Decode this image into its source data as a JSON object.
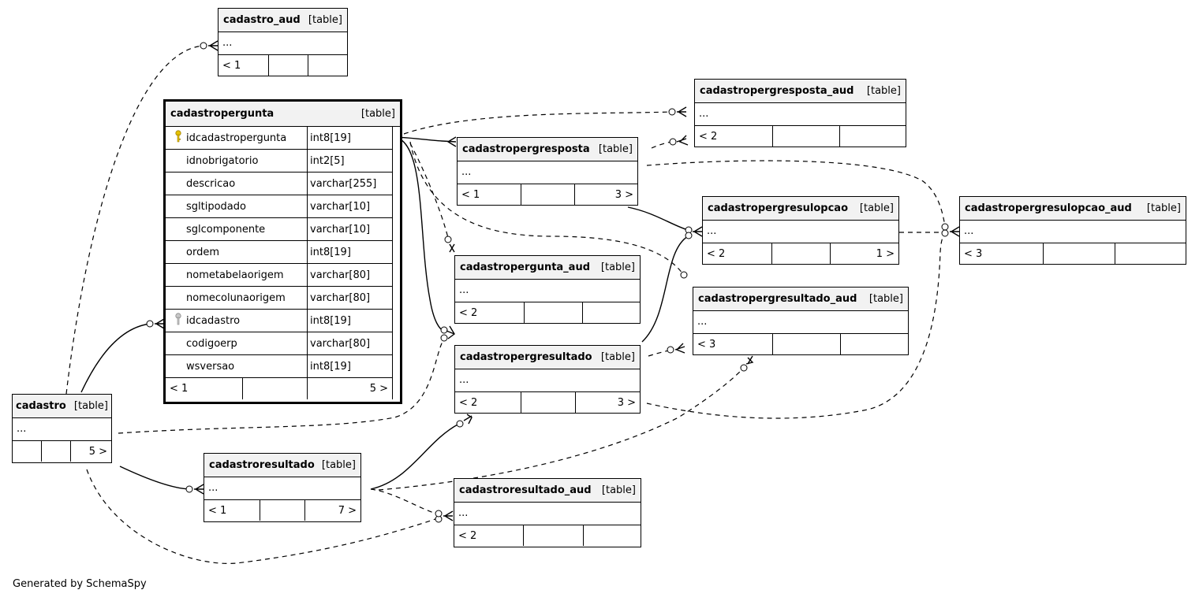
{
  "footer": "Generated by SchemaSpy",
  "type_label": "[table]",
  "tables": {
    "cadastro_aud": {
      "name": "cadastro_aud",
      "ellipsis": "...",
      "parents": "< 1",
      "children": ""
    },
    "cadastropergunta": {
      "name": "cadastropergunta",
      "columns": [
        {
          "name": "idcadastropergunta",
          "type": "int8[19]",
          "key": "primary"
        },
        {
          "name": "idnobrigatorio",
          "type": "int2[5]",
          "key": ""
        },
        {
          "name": "descricao",
          "type": "varchar[255]",
          "key": ""
        },
        {
          "name": "sgltipodado",
          "type": "varchar[10]",
          "key": ""
        },
        {
          "name": "sglcomponente",
          "type": "varchar[10]",
          "key": ""
        },
        {
          "name": "ordem",
          "type": "int8[19]",
          "key": ""
        },
        {
          "name": "nometabelaorigem",
          "type": "varchar[80]",
          "key": ""
        },
        {
          "name": "nomecolunaorigem",
          "type": "varchar[80]",
          "key": ""
        },
        {
          "name": "idcadastro",
          "type": "int8[19]",
          "key": "foreign"
        },
        {
          "name": "codigoerp",
          "type": "varchar[80]",
          "key": ""
        },
        {
          "name": "wsversao",
          "type": "int8[19]",
          "key": ""
        }
      ],
      "parents": "< 1",
      "children": "5 >"
    },
    "cadastropergresposta_aud": {
      "name": "cadastropergresposta_aud",
      "ellipsis": "...",
      "parents": "< 2",
      "children": ""
    },
    "cadastropergresposta": {
      "name": "cadastropergresposta",
      "ellipsis": "...",
      "parents": "< 1",
      "children": "3 >"
    },
    "cadastropergresulopcao": {
      "name": "cadastropergresulopcao",
      "ellipsis": "...",
      "parents": "< 2",
      "children": "1 >"
    },
    "cadastropergresulopcao_aud": {
      "name": "cadastropergresulopcao_aud",
      "ellipsis": "...",
      "parents": "< 3",
      "children": ""
    },
    "cadastropergunta_aud": {
      "name": "cadastropergunta_aud",
      "ellipsis": "...",
      "parents": "< 2",
      "children": ""
    },
    "cadastropergresultado_aud": {
      "name": "cadastropergresultado_aud",
      "ellipsis": "...",
      "parents": "< 3",
      "children": ""
    },
    "cadastropergresultado": {
      "name": "cadastropergresultado",
      "ellipsis": "...",
      "parents": "< 2",
      "children": "3 >"
    },
    "cadastro": {
      "name": "cadastro",
      "ellipsis": "...",
      "parents": "",
      "children": "5 >"
    },
    "cadastroresultado": {
      "name": "cadastroresultado",
      "ellipsis": "...",
      "parents": "< 1",
      "children": "7 >"
    },
    "cadastroresultado_aud": {
      "name": "cadastroresultado_aud",
      "ellipsis": "...",
      "parents": "< 2",
      "children": ""
    }
  }
}
